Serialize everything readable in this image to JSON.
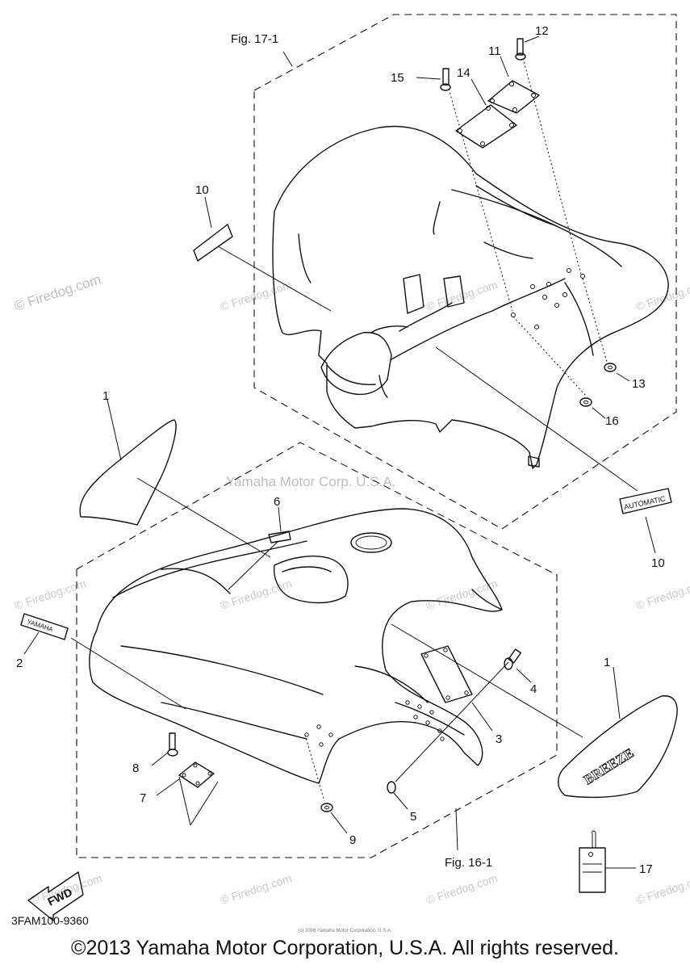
{
  "figures": {
    "fig_top": "Fig. 17-1",
    "fig_bottom": "Fig. 16-1"
  },
  "callouts": {
    "n1a": "1",
    "n1b": "1",
    "n2": "2",
    "n3": "3",
    "n4": "4",
    "n5": "5",
    "n6": "6",
    "n7": "7",
    "n8": "8",
    "n9": "9",
    "n10a": "10",
    "n10b": "10",
    "n11": "11",
    "n12": "12",
    "n13": "13",
    "n14": "14",
    "n15": "15",
    "n16": "16",
    "n17": "17"
  },
  "decals": {
    "yamaha": "YAMAHA",
    "automatic": "AUTOMATIC",
    "breeze": "BREEZE",
    "fwd": "FWD"
  },
  "watermarks": {
    "firedog": "© Firedog.com",
    "center": "Yamaha Motor Corp. U.S.A."
  },
  "part_code": "3FAM100-9360",
  "tiny_credit": "(c) 2006 Yamaha Motor Corporation, U.S.A.",
  "copyright": "©2013 Yamaha Motor Corporation, U.S.A. All rights reserved."
}
